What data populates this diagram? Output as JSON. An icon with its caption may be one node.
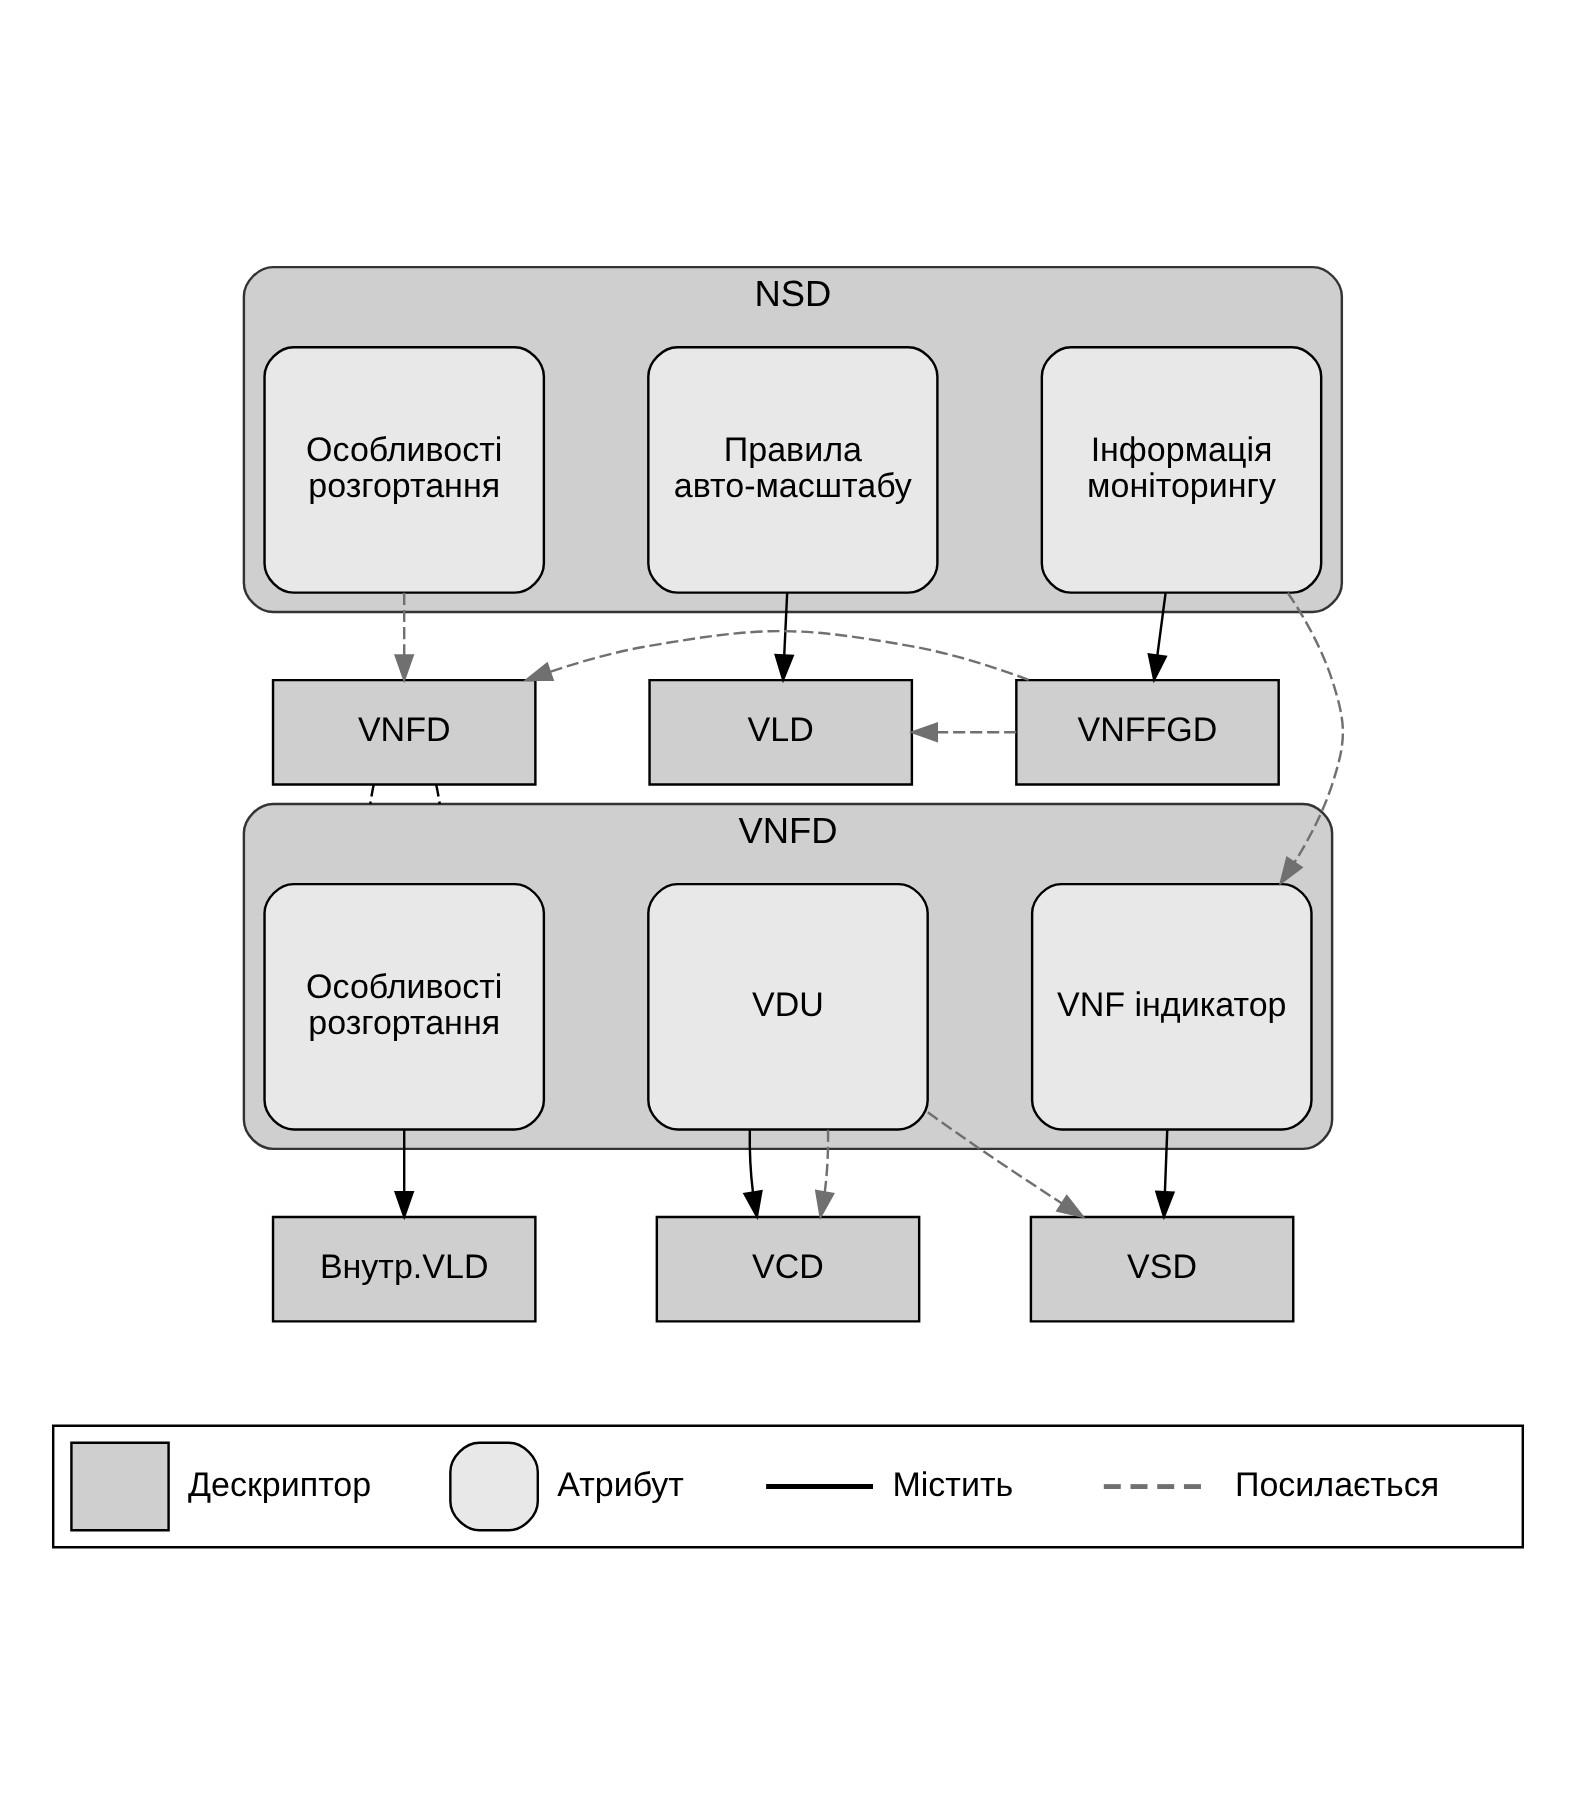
{
  "diagram": {
    "nodes": [
      {
        "text": [
          "NSD"
        ]
      },
      {
        "text": [
          "Особливості розгортання"
        ],
        "in": 0
      },
      {
        "text": [
          "Правила авто-масштабу"
        ],
        "in": 0
      },
      {
        "text": [
          "Інформація моніторингу"
        ],
        "in": 0
      },
      {
        "text": [
          "VNFD"
        ]
      },
      {
        "text": [
          "VLD"
        ]
      },
      {
        "text": [
          "VNFFGD"
        ]
      },
      {
        "text": [
          "VNFD"
        ]
      },
      {
        "text": [
          "Особливості розгортання"
        ],
        "in": 7
      },
      {
        "text": [
          "VDU"
        ],
        "in": 7
      },
      {
        "text": [
          "VNF індикатор"
        ],
        "in": 7
      },
      {
        "text": [
          "Внутр.VLD"
        ]
      },
      {
        "text": [
          "VCD"
        ]
      },
      {
        "text": [
          "VSD"
        ]
      }
    ],
    "edges": [
      {
        "from": 1,
        "to": 4,
        "arrow": "to",
        "style": "dashed",
        "color": "#707070"
      },
      {
        "from": 2,
        "to": 5,
        "arrow": "to"
      },
      {
        "from": 3,
        "to": 6,
        "arrow": "to"
      },
      {
        "from": 6,
        "to": 4,
        "arrow": "to",
        "style": "dashed",
        "color": "#707070"
      },
      {
        "from": 6,
        "to": 5,
        "arrow": "to",
        "style": "dashed",
        "color": "#707070"
      },
      {
        "from": 4,
        "to": 7,
        "arrow": "none",
        "style": "dashed"
      },
      {
        "from": 4,
        "to": 7,
        "arrow": "none",
        "style": "dashed"
      },
      {
        "from": 3,
        "to": 10,
        "arrow": "to",
        "style": "dashed",
        "color": "#707070"
      },
      {
        "from": 8,
        "to": 11,
        "arrow": "to"
      },
      {
        "from": 9,
        "to": 12,
        "arrow": "to"
      },
      {
        "from": 9,
        "to": 12,
        "arrow": "to",
        "style": "dashed",
        "color": "#707070"
      },
      {
        "from": 9,
        "to": 13,
        "arrow": "to",
        "style": "dashed",
        "color": "#707070"
      },
      {
        "from": 10,
        "to": 13,
        "arrow": "to"
      }
    ],
    "legend": [
      {
        "text": "Дескриптор"
      },
      {
        "text": "Атрибут"
      },
      {
        "text": "Містить"
      },
      {
        "text": "Посилається"
      }
    ]
  }
}
